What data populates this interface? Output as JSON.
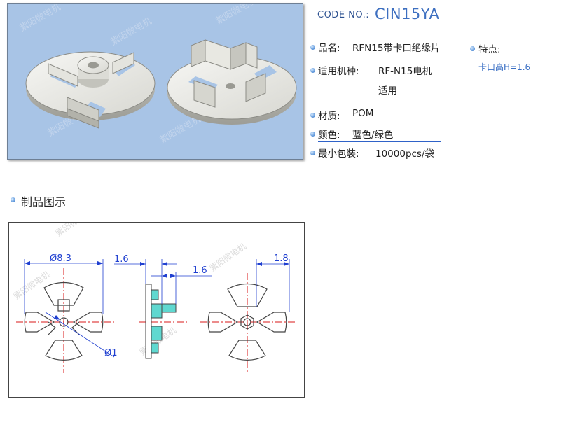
{
  "header": {
    "code_label": "CODE NO.:",
    "code_value": "CIN15YA"
  },
  "specs": {
    "name_label": "品名:",
    "name_value": "RFN15带卡口绝缘片",
    "machine_label": "适用机种:",
    "machine_value": "RF-N15电机",
    "machine_value_line2": "适用",
    "material_label": "材质:",
    "material_value": "POM",
    "color_label": "颜色:",
    "color_value": "蓝色/绿色",
    "pack_label": "最小包装:",
    "pack_value": "10000pcs/袋"
  },
  "features": {
    "title": "特点:",
    "text": "卡口高H=1.6"
  },
  "section": {
    "title": "制品图示"
  },
  "drawing": {
    "dim_diameter": "Ø8.3",
    "dim_side_1": "1.6",
    "dim_side_2": "1.6",
    "dim_right": "1.8",
    "dim_hole": "Ø1"
  },
  "watermark": "紫阳微电机",
  "colors": {
    "panel_bg": "#a8c4e6",
    "accent_blue": "#3d6fc0",
    "dim_blue": "#1f3fd0",
    "center_red": "#d81818",
    "side_cyan": "#5fd8d0"
  },
  "icons": [
    "bullet-dot-icon"
  ]
}
